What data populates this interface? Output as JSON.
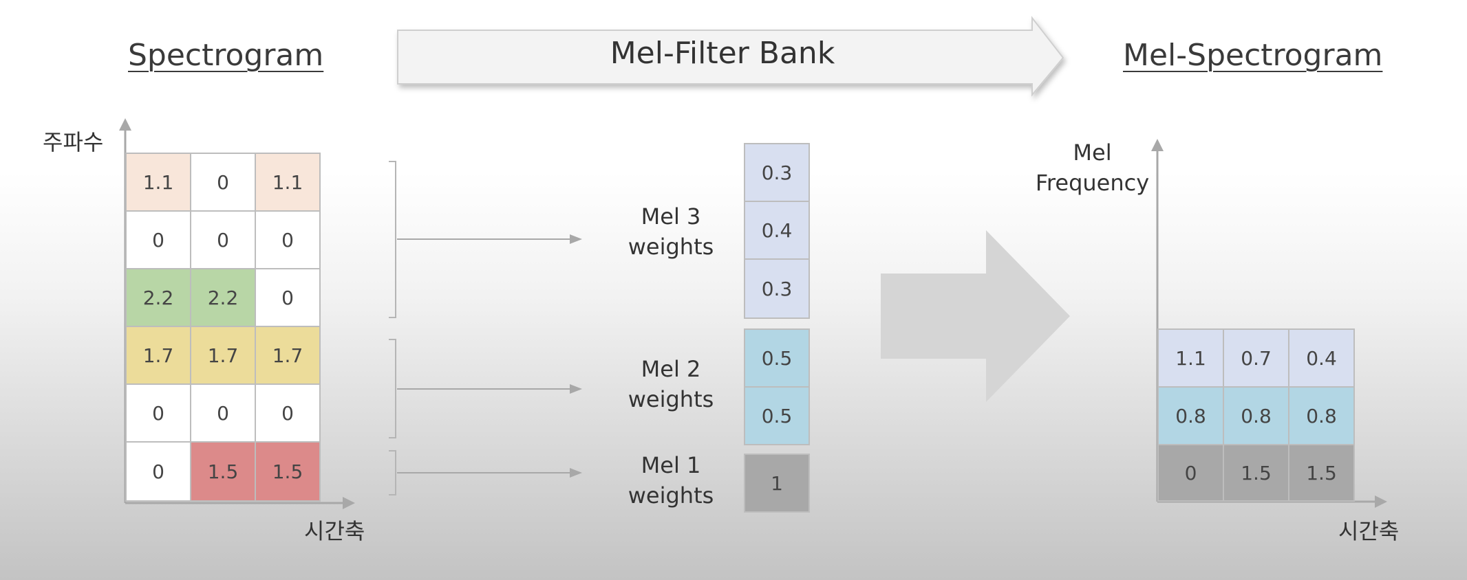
{
  "headings": {
    "spectrogram": "Spectrogram",
    "filter_bank": "Mel-Filter Bank",
    "mel_spectrogram": "Mel-Spectrogram"
  },
  "spectrogram": {
    "y_axis_label": "주파수",
    "x_axis_label": "시간축",
    "rows": [
      [
        "1.1",
        "0",
        "1.1"
      ],
      [
        "0",
        "0",
        "0"
      ],
      [
        "2.2",
        "2.2",
        "0"
      ],
      [
        "1.7",
        "1.7",
        "1.7"
      ],
      [
        "0",
        "0",
        "0"
      ],
      [
        "0",
        "1.5",
        "1.5"
      ]
    ]
  },
  "filters": [
    {
      "label_line1": "Mel 3",
      "label_line2": "weights",
      "weights": [
        "0.3",
        "0.4",
        "0.3"
      ]
    },
    {
      "label_line1": "Mel 2",
      "label_line2": "weights",
      "weights": [
        "0.5",
        "0.5"
      ]
    },
    {
      "label_line1": "Mel 1",
      "label_line2": "weights",
      "weights": [
        "1"
      ]
    }
  ],
  "mel_spectrogram": {
    "y_axis_label_line1": "Mel",
    "y_axis_label_line2": "Frequency",
    "x_axis_label": "시간축",
    "rows": [
      [
        "1.1",
        "0.7",
        "0.4"
      ],
      [
        "0.8",
        "0.8",
        "0.8"
      ],
      [
        "0",
        "1.5",
        "1.5"
      ]
    ]
  },
  "colors": {
    "peach": "#f8e6da",
    "green": "#b8d6a6",
    "yellow": "#ecdc9a",
    "red": "#dc8a8a",
    "lavender": "#d8dff0",
    "blue": "#b2d6e4",
    "gray": "#a8a8a8",
    "white": "#ffffff"
  }
}
